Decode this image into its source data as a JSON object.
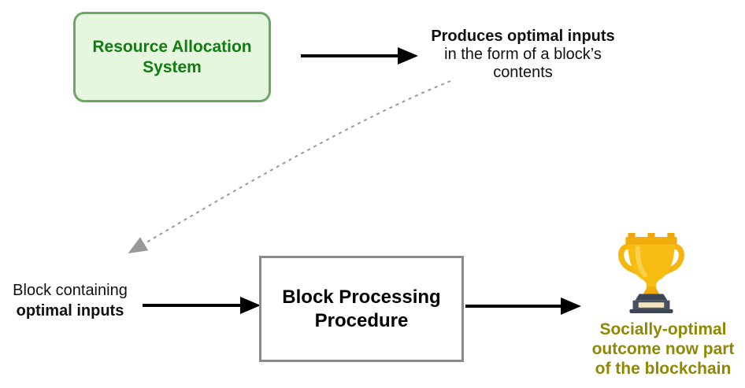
{
  "diagram": {
    "ras_box": {
      "lines": [
        "Resource Allocation",
        "System"
      ],
      "fill_color": "#E6F7E0",
      "border_color": "#6CA763",
      "text_color": "#117C10"
    },
    "produces_note": {
      "bold_line": "Produces optimal inputs",
      "lines": [
        "in the form of a block’s",
        "contents"
      ]
    },
    "block_note": {
      "regular_line": "Block containing",
      "bold_line": "optimal inputs"
    },
    "bpp_box": {
      "lines": [
        "Block Processing",
        "Procedure"
      ],
      "border_color": "#8A8A8A"
    },
    "outcome_note": {
      "lines": [
        "Socially-optimal",
        "outcome now part",
        "of the blockchain"
      ],
      "text_color": "#8F8800"
    },
    "icons": {
      "trophy": "🏆"
    },
    "colors": {
      "solid_arrow": "#000000",
      "dashed_arrow": "#9A9A9A"
    }
  }
}
